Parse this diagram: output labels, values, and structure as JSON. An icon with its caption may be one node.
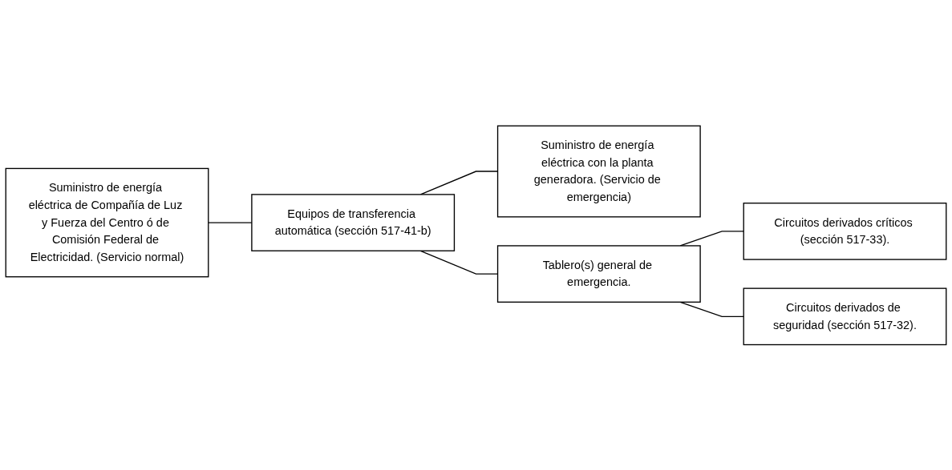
{
  "diagram": {
    "nodes": [
      {
        "text": [
          "Suministro de energía eléctrica de Compañía de Luz y Fuerza del Centro ó de Comisión Federal de Electricidad. (Servicio normal)"
        ]
      },
      {
        "text": [
          "Equipos de transferencia automática (sección 517-41-b)"
        ]
      },
      {
        "text": [
          "Suministro de energía eléctrica con la planta generadora. (Servicio de emergencia)"
        ]
      },
      {
        "text": [
          "Tablero(s) general de emergencia."
        ]
      },
      {
        "text": [
          "Circuitos derivados críticos (sección 517-33)."
        ]
      },
      {
        "text": [
          "Circuitos derivados de seguridad (sección 517-32)."
        ]
      }
    ],
    "edges": [
      {
        "from": 0,
        "to": 1,
        "arrow": "none"
      },
      {
        "from": 1,
        "to": 2,
        "arrow": "none"
      },
      {
        "from": 1,
        "to": 3,
        "arrow": "none"
      },
      {
        "from": 3,
        "to": 4,
        "arrow": "none"
      },
      {
        "from": 3,
        "to": 5,
        "arrow": "none"
      }
    ]
  }
}
